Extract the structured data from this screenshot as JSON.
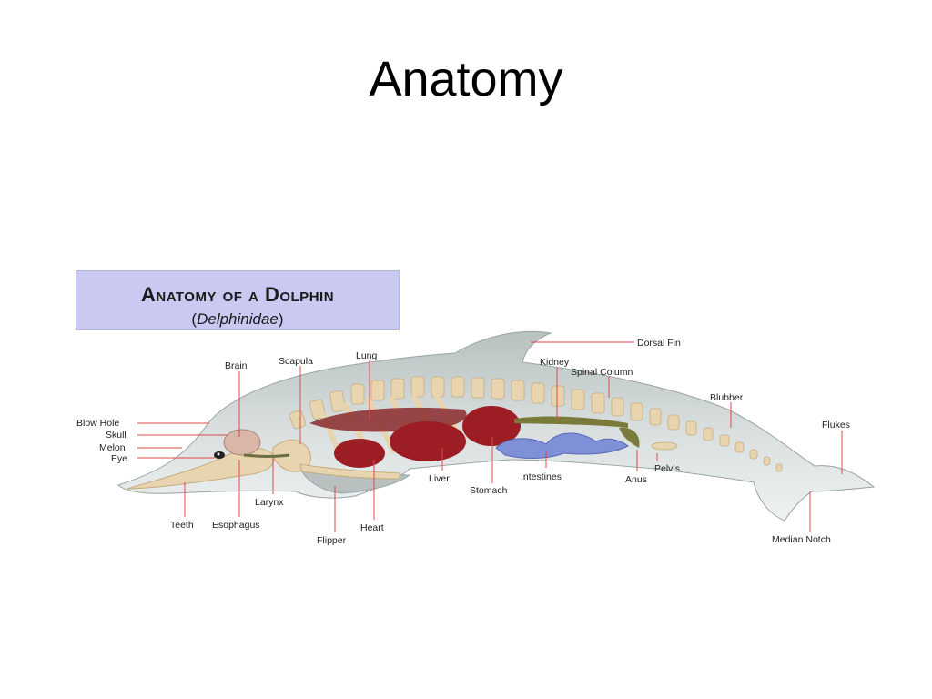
{
  "slide": {
    "title": "Anatomy"
  },
  "figure": {
    "title_main": "Anatomy of a Dolphin",
    "title_sub": "Delphinidae"
  },
  "labels": {
    "dorsal_fin": "Dorsal Fin",
    "kidney": "Kidney",
    "spinal_column": "Spinal Column",
    "lung": "Lung",
    "scapula": "Scapula",
    "brain": "Brain",
    "blubber": "Blubber",
    "flukes": "Flukes",
    "blow_hole": "Blow Hole",
    "skull": "Skull",
    "melon": "Melon",
    "eye": "Eye",
    "pelvis": "Pelvis",
    "liver": "Liver",
    "intestines": "Intestines",
    "anus": "Anus",
    "stomach": "Stomach",
    "larynx": "Larynx",
    "teeth": "Teeth",
    "esophagus": "Esophagus",
    "heart": "Heart",
    "median_notch": "Median Notch",
    "flipper": "Flipper"
  },
  "colors": {
    "body": "#c9d0d0",
    "bone": "#e8d4ae",
    "organ": "#9c1e24",
    "intestine": "#7f8fd8",
    "leader": "#e04848",
    "title_box": "#c9c9f1"
  }
}
